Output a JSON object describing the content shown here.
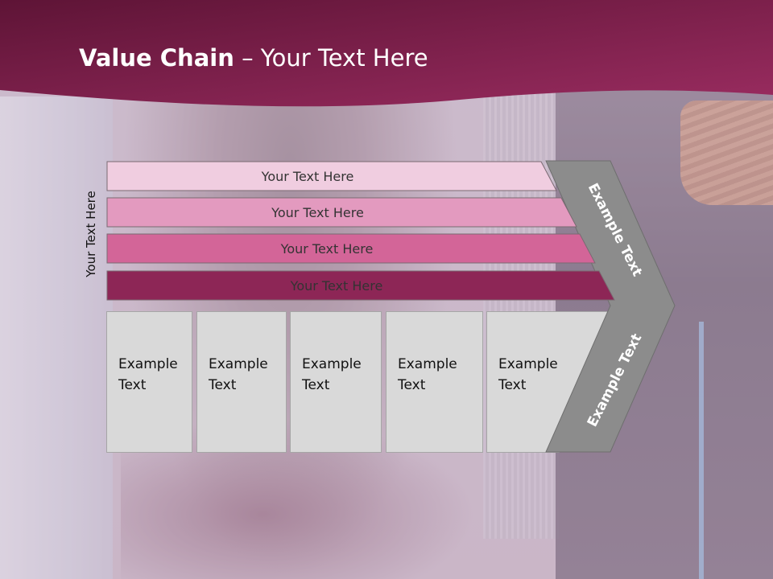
{
  "title": {
    "bold": "Value Chain",
    "rest": " – Your Text Here"
  },
  "side_label": "Your Text Here",
  "bars": [
    {
      "label": "Your Text Here",
      "color": "#f0cde0"
    },
    {
      "label": "Your Text Here",
      "color": "#e39abf"
    },
    {
      "label": "Your Text Here",
      "color": "#d36598"
    },
    {
      "label": "Your Text Here",
      "color": "#8d2656"
    }
  ],
  "boxes": [
    {
      "line1": "Example",
      "line2": "Text"
    },
    {
      "line1": "Example",
      "line2": "Text"
    },
    {
      "line1": "Example",
      "line2": "Text"
    },
    {
      "line1": "Example",
      "line2": "Text"
    },
    {
      "line1": "Example",
      "line2": "Text"
    }
  ],
  "chevron": {
    "upper": "Example Text",
    "lower": "Example Text",
    "color": "#8c8c8c"
  },
  "colors": {
    "header": "#8a2553",
    "header_dark": "#6a1a3f"
  }
}
